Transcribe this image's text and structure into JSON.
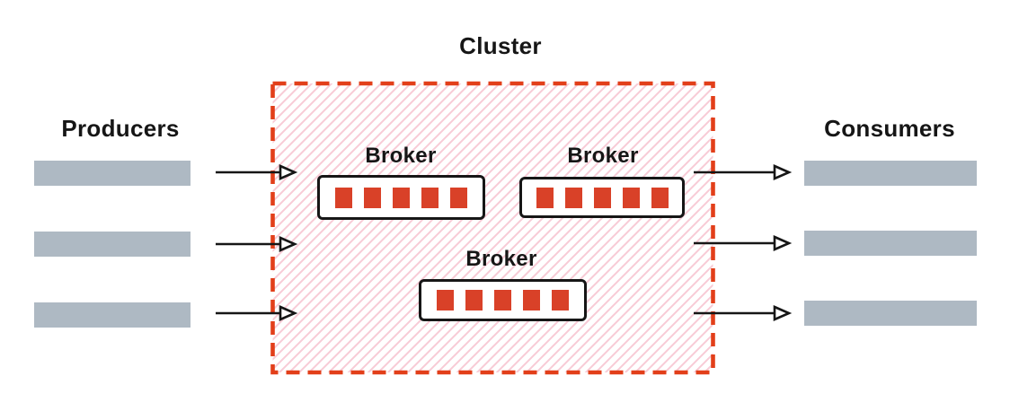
{
  "diagram": {
    "cluster_label": "Cluster",
    "producers_label": "Producers",
    "consumers_label": "Consumers",
    "producer_streams": 3,
    "consumer_streams": 3,
    "brokers": [
      {
        "label": "Broker",
        "partitions": 5
      },
      {
        "label": "Broker",
        "partitions": 5
      },
      {
        "label": "Broker",
        "partitions": 5
      }
    ]
  },
  "colors": {
    "ink": "#161616",
    "partition-red": "#D94128",
    "cluster-dash-red": "#E23F1A",
    "hatch-pink": "#F8CBD6",
    "stream-gray": "#AEB9C3"
  }
}
